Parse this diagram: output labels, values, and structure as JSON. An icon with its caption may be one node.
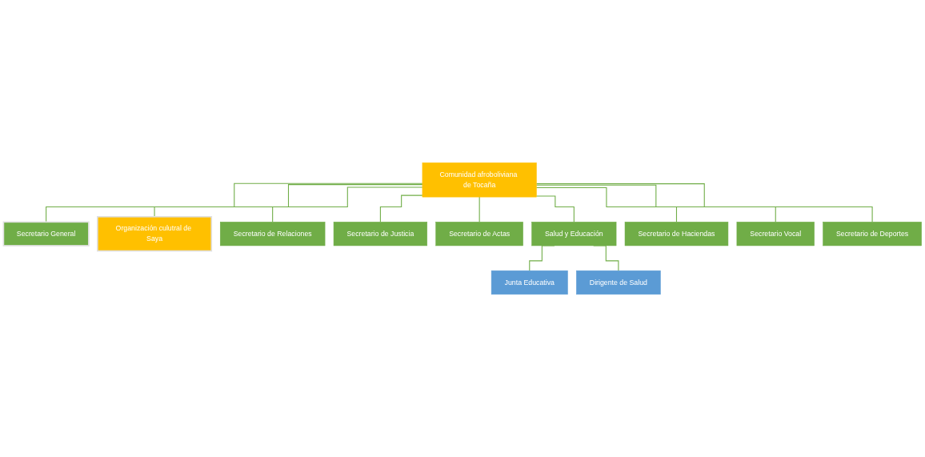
{
  "diagram": {
    "nodes": [
      {
        "text": [
          "Comunidad afroboliviana de Tocaña"
        ]
      },
      {
        "text": [
          "Secretario General"
        ]
      },
      {
        "text": [
          "Organización culutral de Saya"
        ]
      },
      {
        "text": [
          "Secretario de Relaciones"
        ]
      },
      {
        "text": [
          "Secretario de Justicia"
        ]
      },
      {
        "text": [
          "Secretario de Actas"
        ]
      },
      {
        "text": [
          "Salud y Educación"
        ]
      },
      {
        "text": [
          "Secretario de Haciendas"
        ]
      },
      {
        "text": [
          "Secretario Vocal"
        ]
      },
      {
        "text": [
          "Secretario de Deportes"
        ]
      },
      {
        "text": [
          "Junta Educativa"
        ]
      },
      {
        "text": [
          "Dirigente de Salud"
        ]
      }
    ],
    "edges": [
      {
        "from": 0,
        "to": 1,
        "arrow": "none"
      },
      {
        "from": 0,
        "to": 2,
        "arrow": "none"
      },
      {
        "from": 0,
        "to": 3,
        "arrow": "none"
      },
      {
        "from": 0,
        "to": 4,
        "arrow": "none"
      },
      {
        "from": 0,
        "to": 5,
        "arrow": "none"
      },
      {
        "from": 0,
        "to": 6,
        "arrow": "none"
      },
      {
        "from": 0,
        "to": 7,
        "arrow": "none"
      },
      {
        "from": 0,
        "to": 8,
        "arrow": "none"
      },
      {
        "from": 0,
        "to": 9,
        "arrow": "none"
      },
      {
        "from": 6,
        "to": 10,
        "arrow": "none"
      },
      {
        "from": 6,
        "to": 11,
        "arrow": "none"
      }
    ]
  }
}
